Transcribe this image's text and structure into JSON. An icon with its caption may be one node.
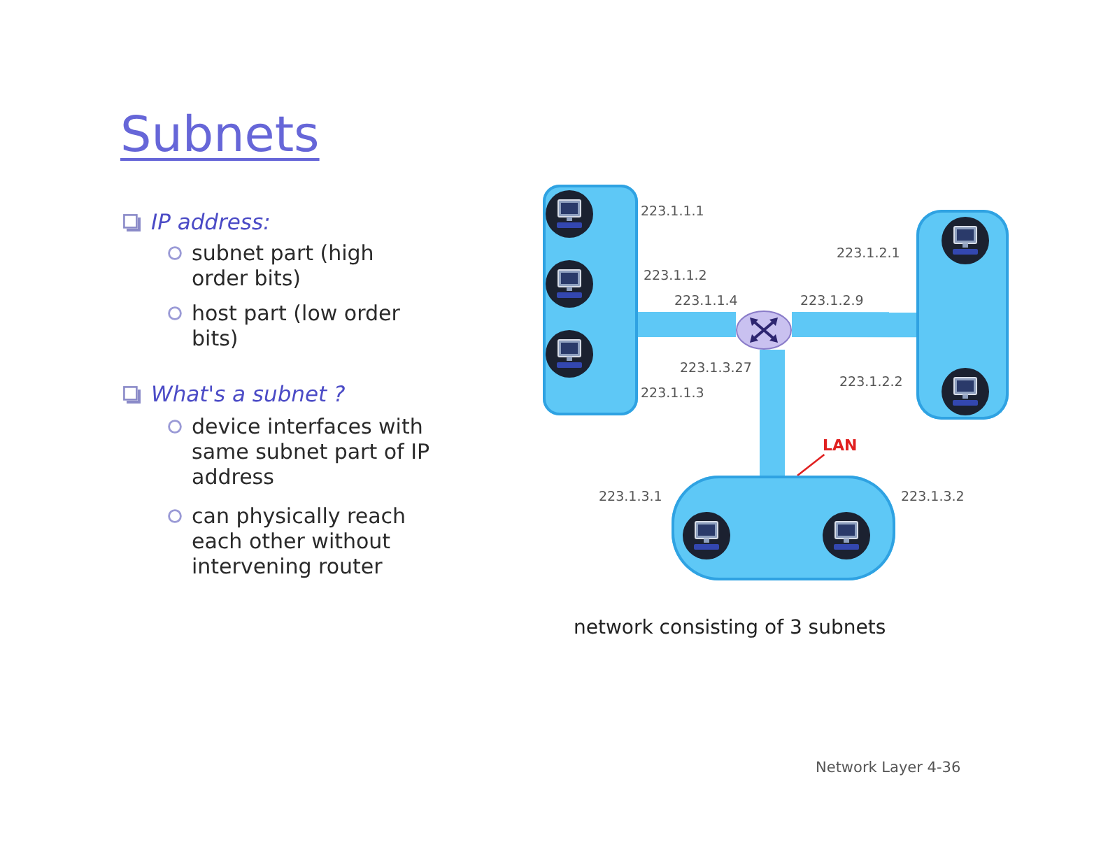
{
  "diagram": {
    "title": "Subnets",
    "caption": "network consisting of 3 subnets",
    "nodes": [
      {
        "text": [],
        "shape": "box"
      },
      {
        "text": [],
        "shape": "picture",
        "in": 0,
        "beside": [
          "223.1.1.1"
        ]
      },
      {
        "text": [],
        "shape": "picture",
        "in": 0,
        "beside": [
          "223.1.1.2"
        ]
      },
      {
        "text": [],
        "shape": "picture",
        "in": 0,
        "beside": [
          "223.1.1.3"
        ]
      },
      {
        "text": [],
        "shape": "picture",
        "beside": [
          "223.1.1.4",
          "223.1.2.9",
          "223.1.3.27"
        ]
      },
      {
        "text": [],
        "shape": "box"
      },
      {
        "text": [],
        "shape": "picture",
        "in": 5,
        "beside": [
          "223.1.2.1"
        ]
      },
      {
        "text": [],
        "shape": "picture",
        "in": 5,
        "beside": [
          "223.1.2.2"
        ]
      },
      {
        "text": [
          "LAN"
        ]
      },
      {
        "text": [],
        "shape": "box"
      },
      {
        "text": [],
        "shape": "picture",
        "in": 9,
        "beside": [
          "223.1.3.1"
        ]
      },
      {
        "text": [],
        "shape": "picture",
        "in": 9,
        "beside": [
          "223.1.3.2"
        ]
      }
    ],
    "edges": [
      {
        "from": 0,
        "to": 4,
        "arrow": "none"
      },
      {
        "from": 4,
        "to": 5,
        "arrow": "none"
      },
      {
        "from": 4,
        "to": 9,
        "arrow": "none"
      },
      {
        "from": 8,
        "to": 9,
        "arrow": "none",
        "color": "#e02020"
      }
    ],
    "labels": [
      "IP address:",
      "subnet part (high order bits)",
      "host part (low order bits)",
      "What's a subnet ?",
      "device interfaces with same subnet part of IP address",
      "can physically reach each other without intervening router",
      "Network Layer 4-36"
    ]
  }
}
